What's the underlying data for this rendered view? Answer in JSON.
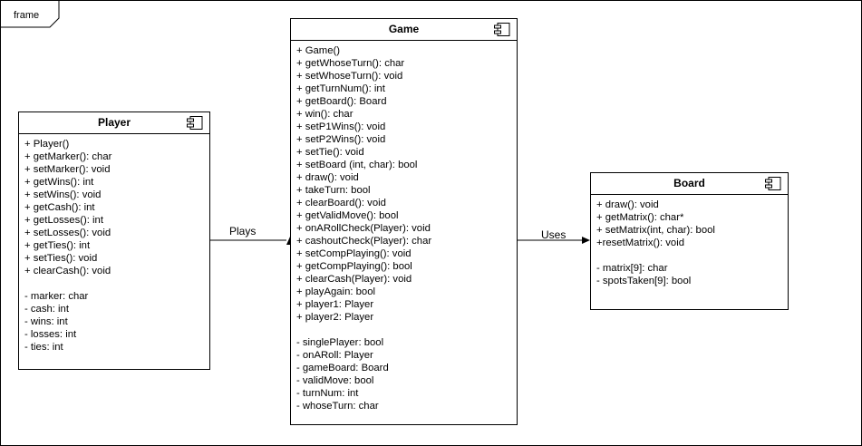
{
  "frame": {
    "label": "frame"
  },
  "classes": {
    "player": {
      "name": "Player",
      "methods": [
        "+ Player()",
        "+ getMarker(): char",
        "+ setMarker(): void",
        "+ getWins(): int",
        "+ setWins(): void",
        "+ getCash(): int",
        "+ getLosses(): int",
        "+ setLosses(): void",
        "+ getTies(): int",
        "+ setTies(): void",
        "+ clearCash(): void"
      ],
      "attributes": [
        "- marker: char",
        "- cash: int",
        "- wins: int",
        "- losses: int",
        "- ties: int"
      ]
    },
    "game": {
      "name": "Game",
      "methods": [
        "+ Game()",
        "+ getWhoseTurn(): char",
        "+ setWhoseTurn(): void",
        "+ getTurnNum(): int",
        "+ getBoard(): Board",
        "+ win(): char",
        "+ setP1Wins(): void",
        "+ setP2Wins(): void",
        "+ setTie(): void",
        "+ setBoard (int, char): bool",
        "+ draw(): void",
        "+ takeTurn: bool",
        "+ clearBoard(): void",
        "+ getValidMove(): bool",
        "+ onARollCheck(Player): void",
        "+ cashoutCheck(Player): char",
        "+ setCompPlaying(): void",
        "+ getCompPlaying(): bool",
        "+ clearCash(Player): void",
        "+ playAgain: bool",
        "+ player1: Player",
        "+ player2: Player"
      ],
      "attributes": [
        "- singlePlayer: bool",
        "- onARoll: Player",
        "- gameBoard: Board",
        "- validMove: bool",
        "- turnNum: int",
        "- whoseTurn: char"
      ]
    },
    "board": {
      "name": "Board",
      "methods": [
        "+ draw(): void",
        "+ getMatrix(): char*",
        "+ setMatrix(int, char): bool",
        "+resetMatrix(): void"
      ],
      "attributes": [
        "- matrix[9]: char",
        "- spotsTaken[9]: bool"
      ]
    }
  },
  "relations": {
    "plays": "Plays",
    "uses": "Uses"
  },
  "icons": {
    "component": "component-icon"
  }
}
